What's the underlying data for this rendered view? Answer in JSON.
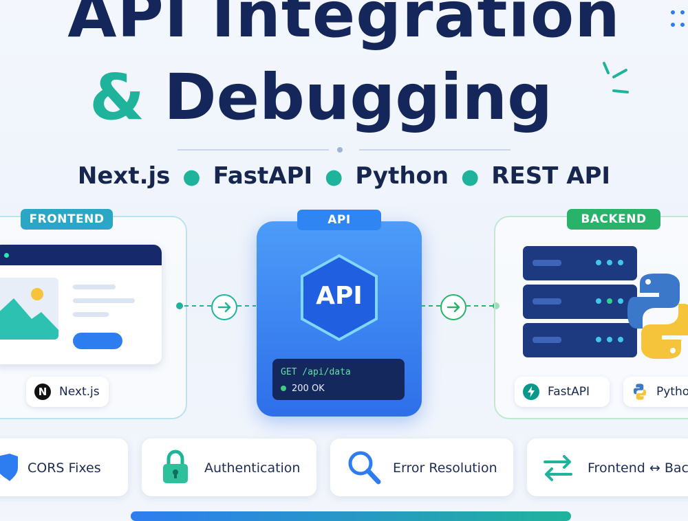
{
  "header": {
    "title_line1": "API Integration",
    "title_amp": "&",
    "title_line2": "Debugging",
    "tech": [
      "Next.js",
      "FastAPI",
      "Python",
      "REST API"
    ]
  },
  "frontend": {
    "tag": "FRONTEND",
    "chip_logo": "N",
    "chip_label": "Next.js"
  },
  "api": {
    "tag": "API",
    "badge": "API",
    "request": "GET /api/data",
    "response": "200 OK"
  },
  "backend": {
    "tag": "BACKEND",
    "chips": [
      "FastAPI",
      "Python"
    ]
  },
  "features": [
    "CORS Fixes",
    "Authentication",
    "Error Resolution",
    "Frontend ↔ Backend"
  ],
  "colors": {
    "navy": "#14265a",
    "teal": "#20b39b",
    "blue": "#2e7df0",
    "green": "#27b36a",
    "cyan": "#2aa7c4"
  }
}
